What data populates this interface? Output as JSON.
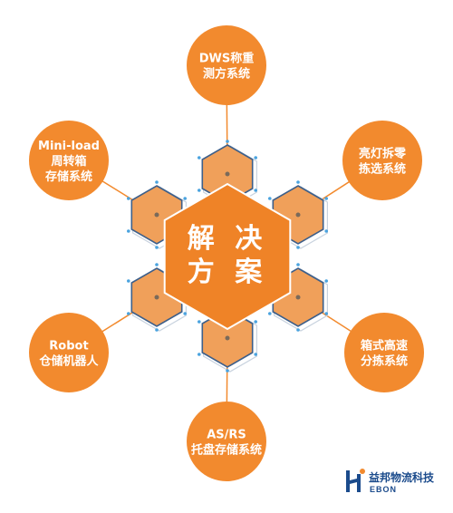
{
  "center": {
    "line1": "解 决",
    "line2": "方 案"
  },
  "solutions": [
    {
      "id": "dws",
      "lines": [
        "DWS称重",
        "测方系统"
      ]
    },
    {
      "id": "pick-to-light",
      "lines": [
        "亮灯拆零",
        "拣选系统"
      ]
    },
    {
      "id": "box-sorter",
      "lines": [
        "箱式高速",
        "分拣系统"
      ]
    },
    {
      "id": "asrs",
      "lines": [
        "AS/RS",
        "托盘存储系统"
      ]
    },
    {
      "id": "robot",
      "lines": [
        "Robot",
        "仓储机器人"
      ]
    },
    {
      "id": "miniload",
      "lines": [
        "Mini-load",
        "周转箱",
        "存储系统"
      ]
    }
  ],
  "logo": {
    "name_cn": "益邦物流科技",
    "name_en": "EBON",
    "icon": "ebon-logo-icon"
  },
  "colors": {
    "accent": "#f28a2e",
    "hexFill": "#f0a05a",
    "hexStroke": "#3d5f8a",
    "center": "#ef8327",
    "line": "#f28a2e",
    "logoBlue": "#1b4b8c"
  }
}
